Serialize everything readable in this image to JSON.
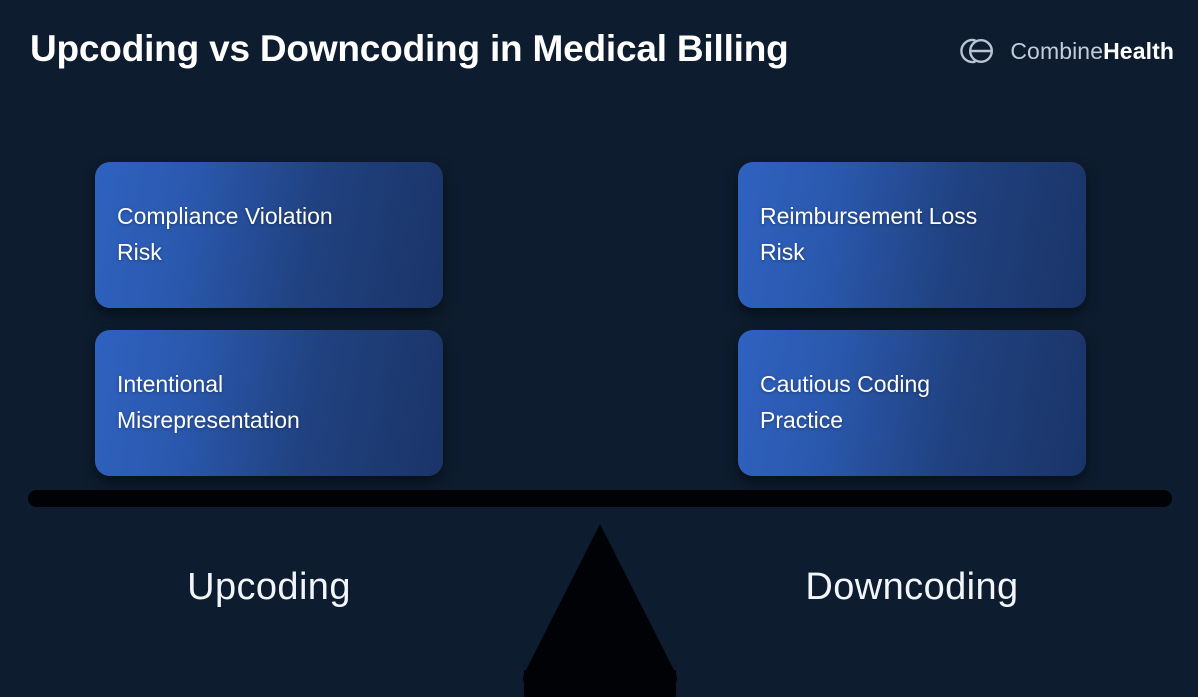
{
  "header": {
    "title": "Upcoding vs Downcoding in Medical Billing",
    "brand_mark_icon": "combine-health-logo-icon",
    "brand_name_light": "Combine",
    "brand_name_bold": "Health"
  },
  "scale": {
    "left_side": {
      "label": "Upcoding",
      "cards": [
        {
          "text": "Compliance Violation\nRisk"
        },
        {
          "text": "Intentional\nMisrepresentation"
        }
      ]
    },
    "right_side": {
      "label": "Downcoding",
      "cards": [
        {
          "text": "Reimbursement Loss\nRisk"
        },
        {
          "text": "Cautious Coding\nPractice"
        }
      ]
    },
    "beam_icon": "balance-beam",
    "fulcrum_icon": "triangle-fulcrum"
  },
  "colors": {
    "background": "#0d1c2e",
    "card_gradient_start": "#2f62c0",
    "card_gradient_end": "#1a3468",
    "beam": "#010206",
    "fulcrum": "#010206",
    "title_text": "#ffffff",
    "brand_text": "#c3ccd8"
  }
}
